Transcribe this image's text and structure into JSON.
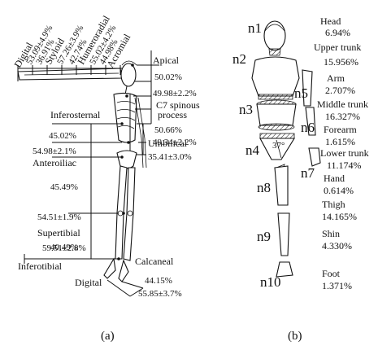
{
  "panel_a": {
    "caption": "(a)",
    "rotated_labels": [
      "Digital",
      "53.09±4.9%",
      "36.91%",
      "Styloid",
      "57.26±3.9%",
      "42.74%",
      "Humeroradial",
      "55.02±4.2%",
      "44.98%",
      "Acromial"
    ],
    "apical": "Apical",
    "apical_v1": "50.02%",
    "apical_v2": "49.98±2.2%",
    "c7_line1": "C7 spinous",
    "c7_line2": "process",
    "c7_v1": "50.66%",
    "c7_v2": "49.34±2.2%",
    "inferosternal": "Inferosternal",
    "inf_v1": "45.02%",
    "inf_v2": "54.98±2.1%",
    "umbilical": "Umbilical",
    "umb_v": "35.41±3.0%",
    "anteroiliac": "Anteroiliac",
    "ant_v1": "45.49%",
    "ant_v2": "54.51±1.9%",
    "supertibial": "Supertibial",
    "sup_v1": "40.49%",
    "sup_v2": "59.51±2.8%",
    "inferotibial": "Inferotibial",
    "calcaneal": "Calcaneal",
    "digital_bottom": "Digital",
    "foot_v1": "44.15%",
    "foot_v2": "55.85±3.7%"
  },
  "panel_b": {
    "caption": "(b)",
    "angle": "37°",
    "segments": [
      {
        "id": "n1",
        "name": "Head",
        "value": "6.94%"
      },
      {
        "id": "n2",
        "name": "Upper trunk",
        "value": "15.956%"
      },
      {
        "id": "n3",
        "name": "",
        "value": ""
      },
      {
        "id": "n4",
        "name": "",
        "value": ""
      },
      {
        "id": "n5",
        "name": "Arm",
        "value": "2.707%"
      },
      {
        "id": "n6",
        "name": "Middle trunk",
        "value": "16.327%"
      },
      {
        "id": "n6b",
        "name": "Forearm",
        "value": "1.615%"
      },
      {
        "id": "n7",
        "name": "Lower trunk",
        "value": "11.174%"
      },
      {
        "id": "n7b",
        "name": "Hand",
        "value": "0.614%"
      },
      {
        "id": "n8",
        "name": "Thigh",
        "value": "14.165%"
      },
      {
        "id": "n9",
        "name": "Shin",
        "value": "4.330%"
      },
      {
        "id": "n10",
        "name": "Foot",
        "value": "1.371%"
      }
    ],
    "node_labels": [
      "n1",
      "n2",
      "n3",
      "n4",
      "n5",
      "n6",
      "n7",
      "n8",
      "n9",
      "n10"
    ]
  }
}
